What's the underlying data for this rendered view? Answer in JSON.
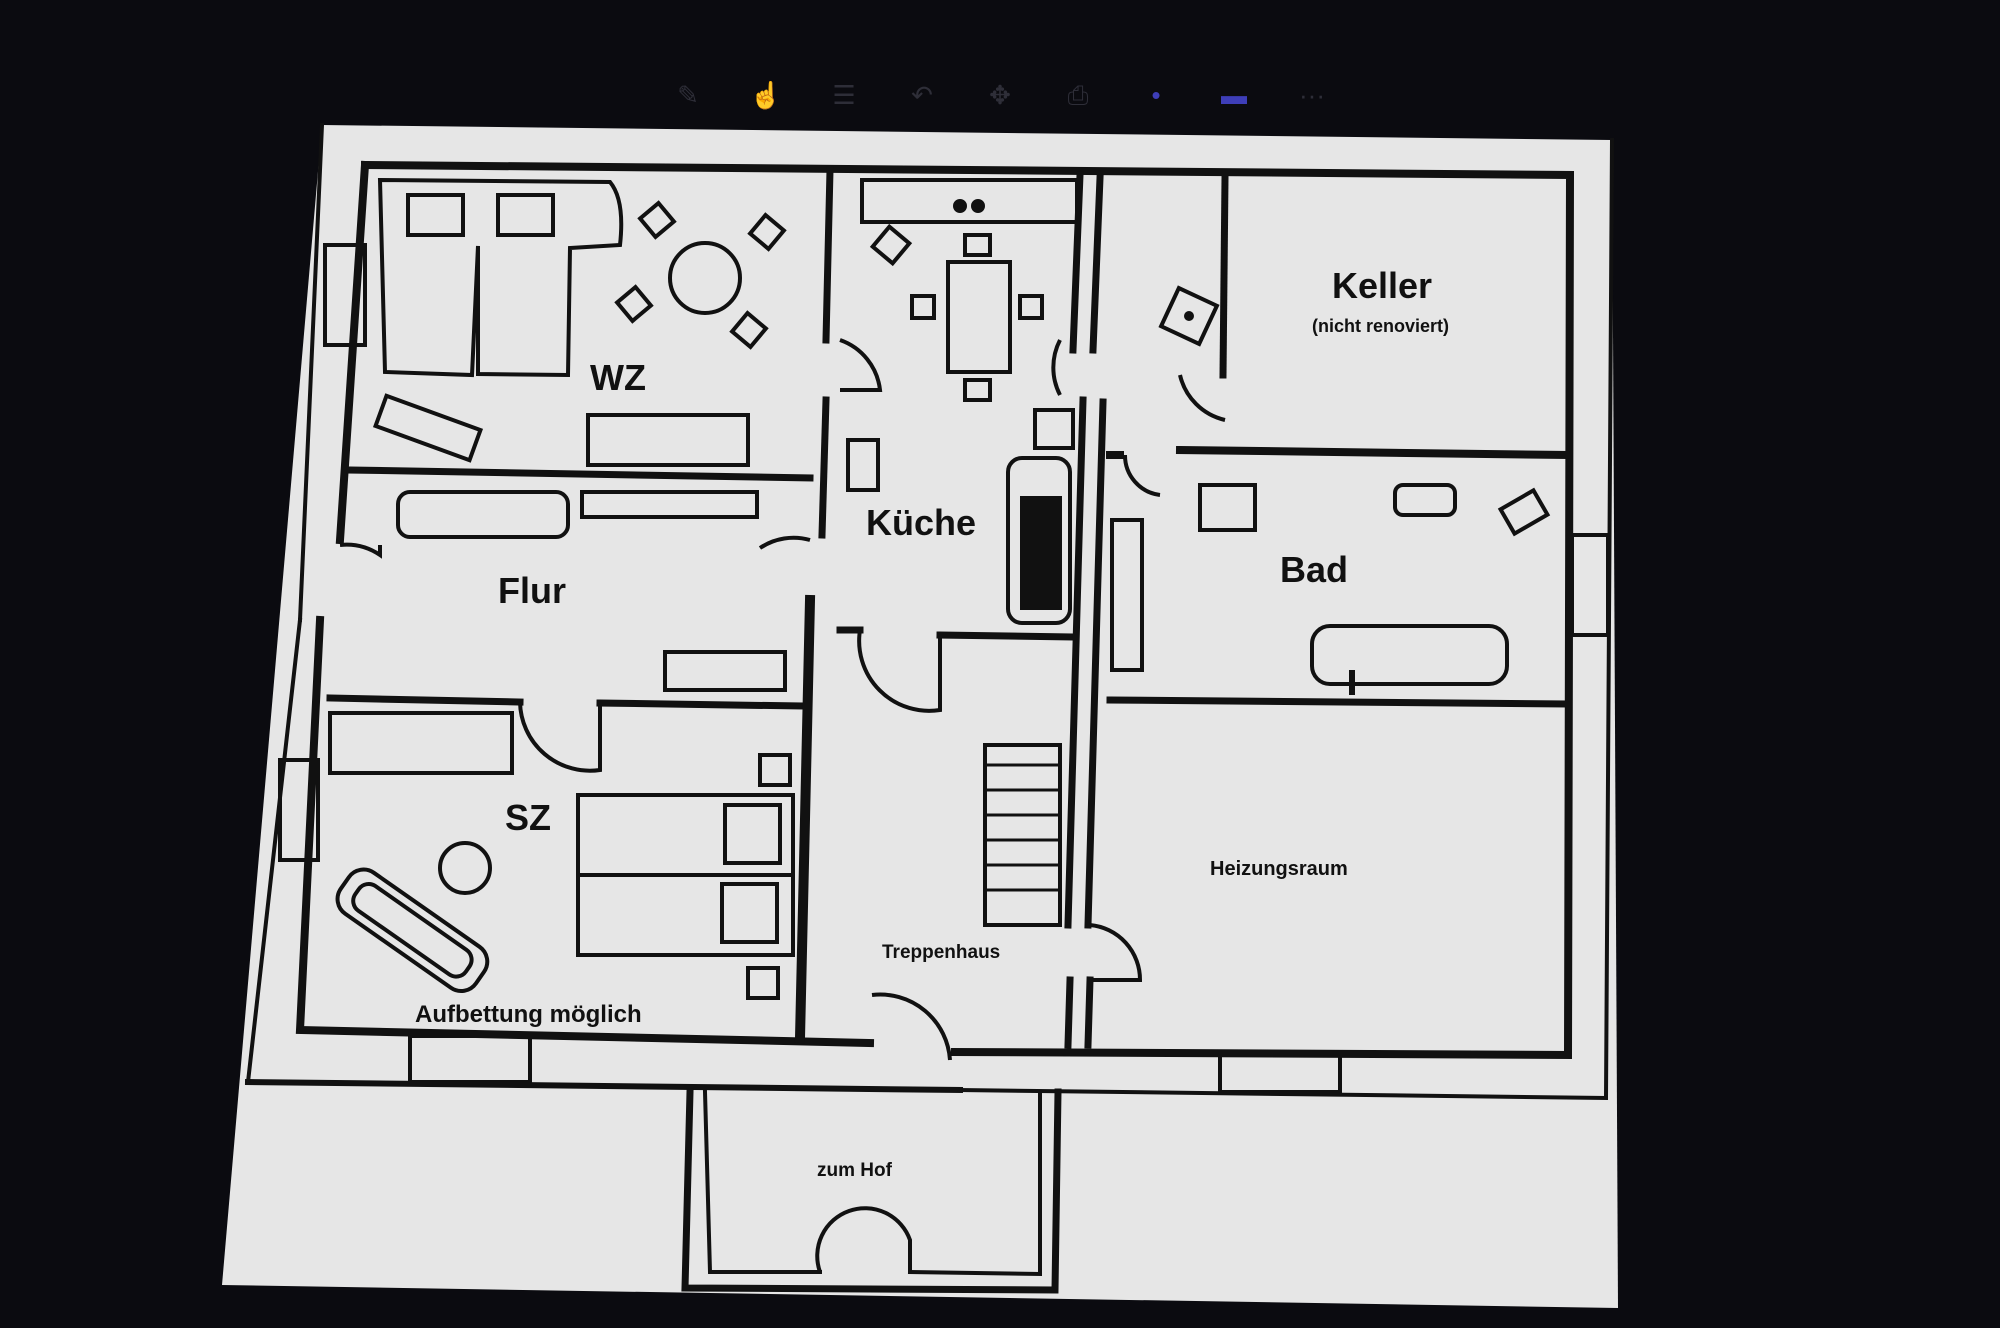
{
  "toolbar": {
    "buttons": [
      {
        "name": "edit-icon",
        "glyph": "✎"
      },
      {
        "name": "touch-icon",
        "glyph": "☝"
      },
      {
        "name": "list-icon",
        "glyph": "☰"
      },
      {
        "name": "undo-icon",
        "glyph": "↶"
      },
      {
        "name": "move-icon",
        "glyph": "✥"
      },
      {
        "name": "print-icon",
        "glyph": "⎙"
      },
      {
        "name": "color-dot-icon",
        "glyph": "•"
      },
      {
        "name": "highlight-icon",
        "glyph": "▬"
      },
      {
        "name": "more-icon",
        "glyph": "···"
      }
    ]
  },
  "floorplan": {
    "rooms": {
      "wz": "WZ",
      "kueche": "Küche",
      "keller": "Keller",
      "keller_note": "(nicht renoviert)",
      "flur": "Flur",
      "bad": "Bad",
      "sz": "SZ",
      "sz_note": "Aufbettung möglich",
      "treppenhaus": "Treppenhaus",
      "heizungsraum": "Heizungsraum",
      "zum_hof": "zum Hof"
    }
  },
  "colors": {
    "background": "#0b0b10",
    "paper": "#e6e6e6",
    "ink": "#111111",
    "toolbar_icon": "#2e2e38",
    "toolbar_active": "#3e3eb8"
  }
}
